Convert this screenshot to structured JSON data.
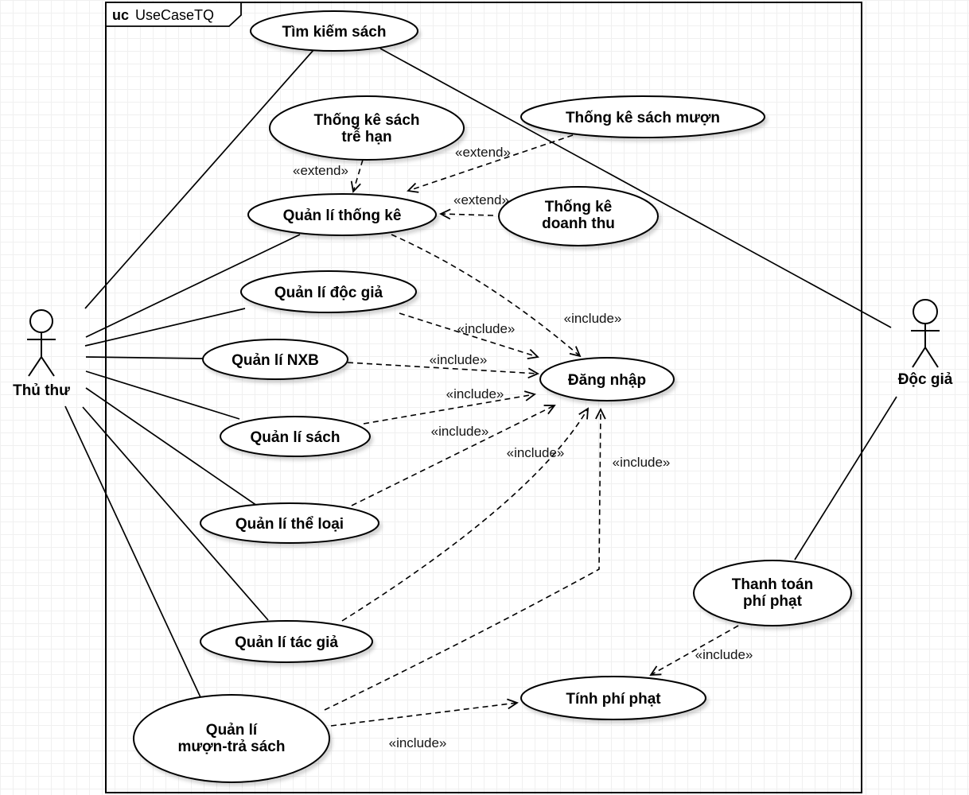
{
  "diagram": {
    "frame": {
      "keyword": "uc",
      "name": "UseCaseTQ"
    },
    "actors": {
      "librarian": {
        "name": "Thủ thư"
      },
      "reader": {
        "name": "Độc giả"
      }
    },
    "use_cases": {
      "tim_kiem_sach": {
        "lines": [
          "Tìm kiếm sách"
        ]
      },
      "thong_ke_tre_han": {
        "lines": [
          "Thống kê sách",
          "trễ hạn"
        ]
      },
      "thong_ke_sach_muon": {
        "lines": [
          "Thống kê sách mượn"
        ]
      },
      "quan_li_thong_ke": {
        "lines": [
          "Quản lí thống kê"
        ]
      },
      "thong_ke_doanh_thu": {
        "lines": [
          "Thống kê",
          "doanh thu"
        ]
      },
      "quan_li_doc_gia": {
        "lines": [
          "Quản lí độc giả"
        ]
      },
      "quan_li_nxb": {
        "lines": [
          "Quản lí NXB"
        ]
      },
      "dang_nhap": {
        "lines": [
          "Đăng nhập"
        ]
      },
      "quan_li_sach": {
        "lines": [
          "Quản lí sách"
        ]
      },
      "quan_li_the_loai": {
        "lines": [
          "Quản lí thể loại"
        ]
      },
      "quan_li_tac_gia": {
        "lines": [
          "Quản lí tác giả"
        ]
      },
      "quan_li_muon_tra": {
        "lines": [
          "Quản lí",
          "mượn-trả sách"
        ]
      },
      "thanh_toan_phi_phat": {
        "lines": [
          "Thanh toán",
          "phí phạt"
        ]
      },
      "tinh_phi_phat": {
        "lines": [
          "Tính phí phạt"
        ]
      }
    },
    "stereotypes": {
      "extend": "«extend»",
      "include": "«include»"
    },
    "relationships": [
      {
        "from": "Thủ thư",
        "to": "Tìm kiếm sách",
        "type": "association"
      },
      {
        "from": "Thủ thư",
        "to": "Quản lí thống kê",
        "type": "association"
      },
      {
        "from": "Thủ thư",
        "to": "Quản lí độc giả",
        "type": "association"
      },
      {
        "from": "Thủ thư",
        "to": "Quản lí NXB",
        "type": "association"
      },
      {
        "from": "Thủ thư",
        "to": "Quản lí sách",
        "type": "association"
      },
      {
        "from": "Thủ thư",
        "to": "Quản lí thể loại",
        "type": "association"
      },
      {
        "from": "Thủ thư",
        "to": "Quản lí tác giả",
        "type": "association"
      },
      {
        "from": "Thủ thư",
        "to": "Quản lí mượn-trả sách",
        "type": "association"
      },
      {
        "from": "Độc giả",
        "to": "Tìm kiếm sách",
        "type": "association"
      },
      {
        "from": "Độc giả",
        "to": "Thanh toán phí phạt",
        "type": "association"
      },
      {
        "from": "Thống kê sách trễ hạn",
        "to": "Quản lí thống kê",
        "type": "extend"
      },
      {
        "from": "Thống kê sách mượn",
        "to": "Quản lí thống kê",
        "type": "extend"
      },
      {
        "from": "Thống kê doanh thu",
        "to": "Quản lí thống kê",
        "type": "extend"
      },
      {
        "from": "Quản lí thống kê",
        "to": "Đăng nhập",
        "type": "include"
      },
      {
        "from": "Quản lí độc giả",
        "to": "Đăng nhập",
        "type": "include"
      },
      {
        "from": "Quản lí NXB",
        "to": "Đăng nhập",
        "type": "include"
      },
      {
        "from": "Quản lí sách",
        "to": "Đăng nhập",
        "type": "include"
      },
      {
        "from": "Quản lí thể loại",
        "to": "Đăng nhập",
        "type": "include"
      },
      {
        "from": "Quản lí tác giả",
        "to": "Đăng nhập",
        "type": "include"
      },
      {
        "from": "Quản lí mượn-trả sách",
        "to": "Đăng nhập",
        "type": "include"
      },
      {
        "from": "Thanh toán phí phạt",
        "to": "Tính phí phạt",
        "type": "include"
      },
      {
        "from": "Quản lí mượn-trả sách",
        "to": "Tính phí phạt",
        "type": "include"
      }
    ]
  }
}
